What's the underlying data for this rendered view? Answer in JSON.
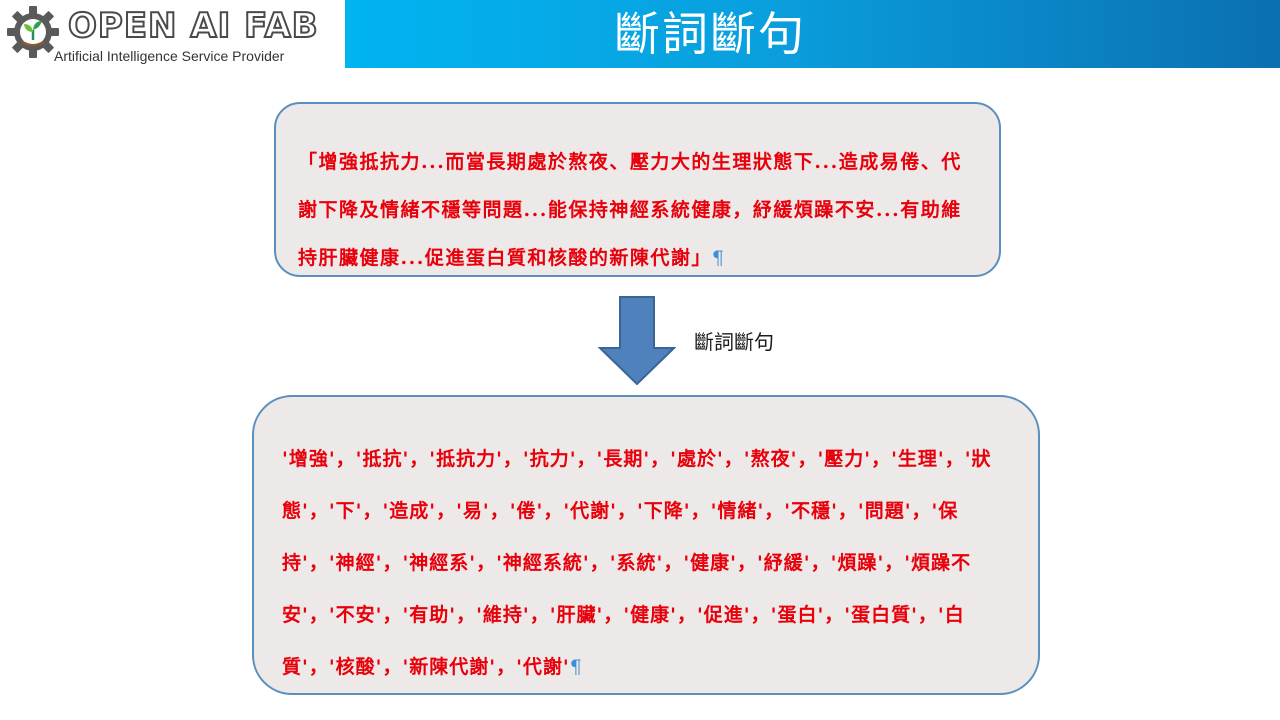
{
  "header": {
    "logo_title": "OPEN AI FAB",
    "logo_subtitle": "Artificial Intelligence Service Provider",
    "title": "斷詞斷句",
    "gear_icon": "gear-sprout-icon",
    "bar_colors": [
      "#00b4f0",
      "#0b6fb0"
    ]
  },
  "input_box": {
    "text": "「增強抵抗力...而當長期處於熬夜、壓力大的生理狀態下...造成易倦、代謝下降及情緒不穩等問題...能保持神經系統健康，紓緩煩躁不安...有助維持肝臟健康...促進蛋白質和核酸的新陳代謝」",
    "pilcrow": "¶"
  },
  "arrow": {
    "label": "斷詞斷句",
    "icon": "down-arrow-icon",
    "color": "#4f81bd"
  },
  "output_box": {
    "text": "'增強'，'抵抗'，'抵抗力'，'抗力'，'長期'，'處於'，'熬夜'，'壓力'，'生理'，'狀態'，'下'，'造成'，'易'，'倦'，'代謝'，'下降'，'情緒'，'不穩'，'問題'，'保持'，'神經'，'神經系'，'神經系統'，'系統'，'健康'，'紓緩'，'煩躁'，'煩躁不安'，'不安'，'有助'，'維持'，'肝臟'，'健康'，'促進'，'蛋白'，'蛋白質'，'白質'，'核酸'，'新陳代謝'，'代謝'",
    "pilcrow": "¶"
  },
  "colors": {
    "text_red": "#e8000b",
    "box_fill": "#ece9e8",
    "box_border": "#5b8fbd"
  }
}
